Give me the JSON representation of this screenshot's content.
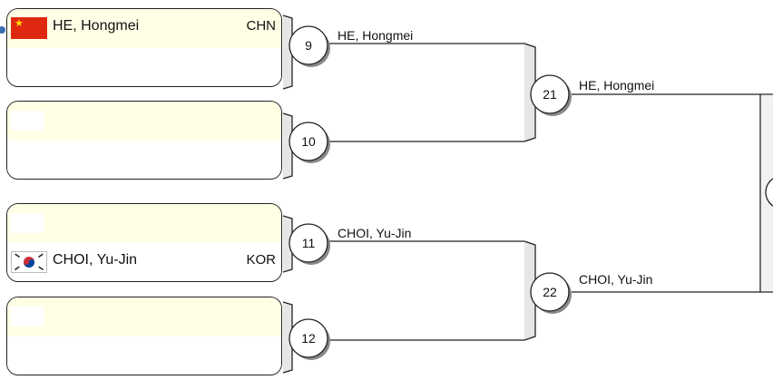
{
  "bracket": {
    "round1": [
      {
        "number": "9",
        "players": [
          {
            "name": "HE, Hongmei",
            "country": "CHN",
            "flag": "flag-china"
          },
          {
            "name": "",
            "country": "",
            "flag": ""
          }
        ],
        "winner": "HE, Hongmei"
      },
      {
        "number": "10",
        "players": [
          {
            "name": "",
            "country": "",
            "flag": ""
          },
          {
            "name": "",
            "country": "",
            "flag": ""
          }
        ],
        "winner": ""
      },
      {
        "number": "11",
        "players": [
          {
            "name": "",
            "country": "",
            "flag": ""
          },
          {
            "name": "CHOI, Yu-Jin",
            "country": "KOR",
            "flag": "flag-south-korea"
          }
        ],
        "winner": "CHOI, Yu-Jin"
      },
      {
        "number": "12",
        "players": [
          {
            "name": "",
            "country": "",
            "flag": ""
          },
          {
            "name": "",
            "country": "",
            "flag": ""
          }
        ],
        "winner": ""
      }
    ],
    "round2": [
      {
        "number": "21",
        "winner": "HE, Hongmei"
      },
      {
        "number": "22",
        "winner": "CHOI, Yu-Jin"
      }
    ]
  },
  "colors": {
    "slot_fill": "#ffffe6",
    "line": "#222222",
    "circle_fill": "#ffffff",
    "china_red": "#de2910",
    "china_yellow": "#ffde00",
    "korea_red": "#cd2e3a",
    "korea_blue": "#0047a0"
  }
}
